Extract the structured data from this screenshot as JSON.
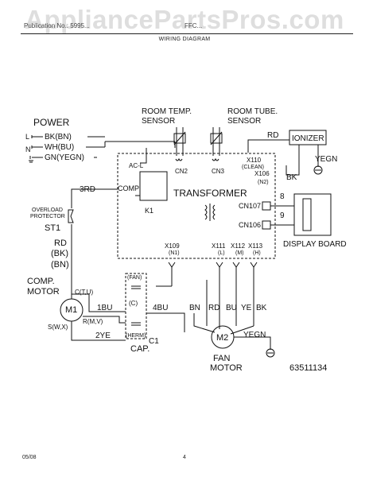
{
  "watermark": "AppliancePartsPros.com",
  "header": {
    "left": "Publication No.: 5995...",
    "right": "FFC...",
    "title": "WIRING DIAGRAM"
  },
  "diagram": {
    "power": {
      "title": "POWER",
      "l": "L",
      "n": "N",
      "bk": "BK(BN)",
      "wh": "WH(BU)",
      "gn": "GN(YEGN)"
    },
    "room_temp": {
      "line1": "ROOM TEMP.",
      "line2": "SENSOR"
    },
    "room_tube": {
      "line1": "ROOM TUBE.",
      "line2": "SENSOR"
    },
    "ionizer": "IONIZER",
    "rd": "RD",
    "bk": "BK",
    "yegn": "YEGN",
    "cn2": "CN2",
    "cn3": "CN3",
    "x110": "X110",
    "clean": "(CLEAN)",
    "x106": "X106",
    "n2": "(N2)",
    "acl": "AC-L",
    "comp": "COMP",
    "k1": "K1",
    "transformer": "TRANSFORMER",
    "cn107": "CN107",
    "cn106": "CN106",
    "pin8": "8",
    "pin9": "9",
    "display": "DISPLAY BOARD",
    "rd3": "3RD",
    "overload1": "OVERLOAD",
    "overload2": "PROTECTOR",
    "st1": "ST1",
    "rd_mid": "RD",
    "bk_mid": "(BK)",
    "bn_mid": "(BN)",
    "x109": "X109",
    "n1": "(N1)",
    "x111": "X111",
    "x112": "X112",
    "x113": "X113",
    "lo": "(L)",
    "mo": "(M)",
    "ho": "(H)",
    "compmotor1": "COMP.",
    "compmotor2": "MOTOR",
    "m1": "M1",
    "c_tu": "C(T,U)",
    "bu1": "1BU",
    "r_mv": "R(M,V)",
    "s_wx": "S(W,X)",
    "ye2": "2YE",
    "fan_cap": "(FAN)",
    "c_cap": "(C)",
    "herm_cap": "(HERM)",
    "cap": "CAP.",
    "c1": "C1",
    "bu4": "4BU",
    "bn": "BN",
    "rd2": "RD",
    "bu": "BU",
    "ye": "YE",
    "bk2": "BK",
    "m2": "M2",
    "yegn2": "YEGN",
    "fan1": "FAN",
    "fan2": "MOTOR",
    "partno": "63511134"
  },
  "footer": {
    "date": "05/08",
    "page": "4"
  }
}
